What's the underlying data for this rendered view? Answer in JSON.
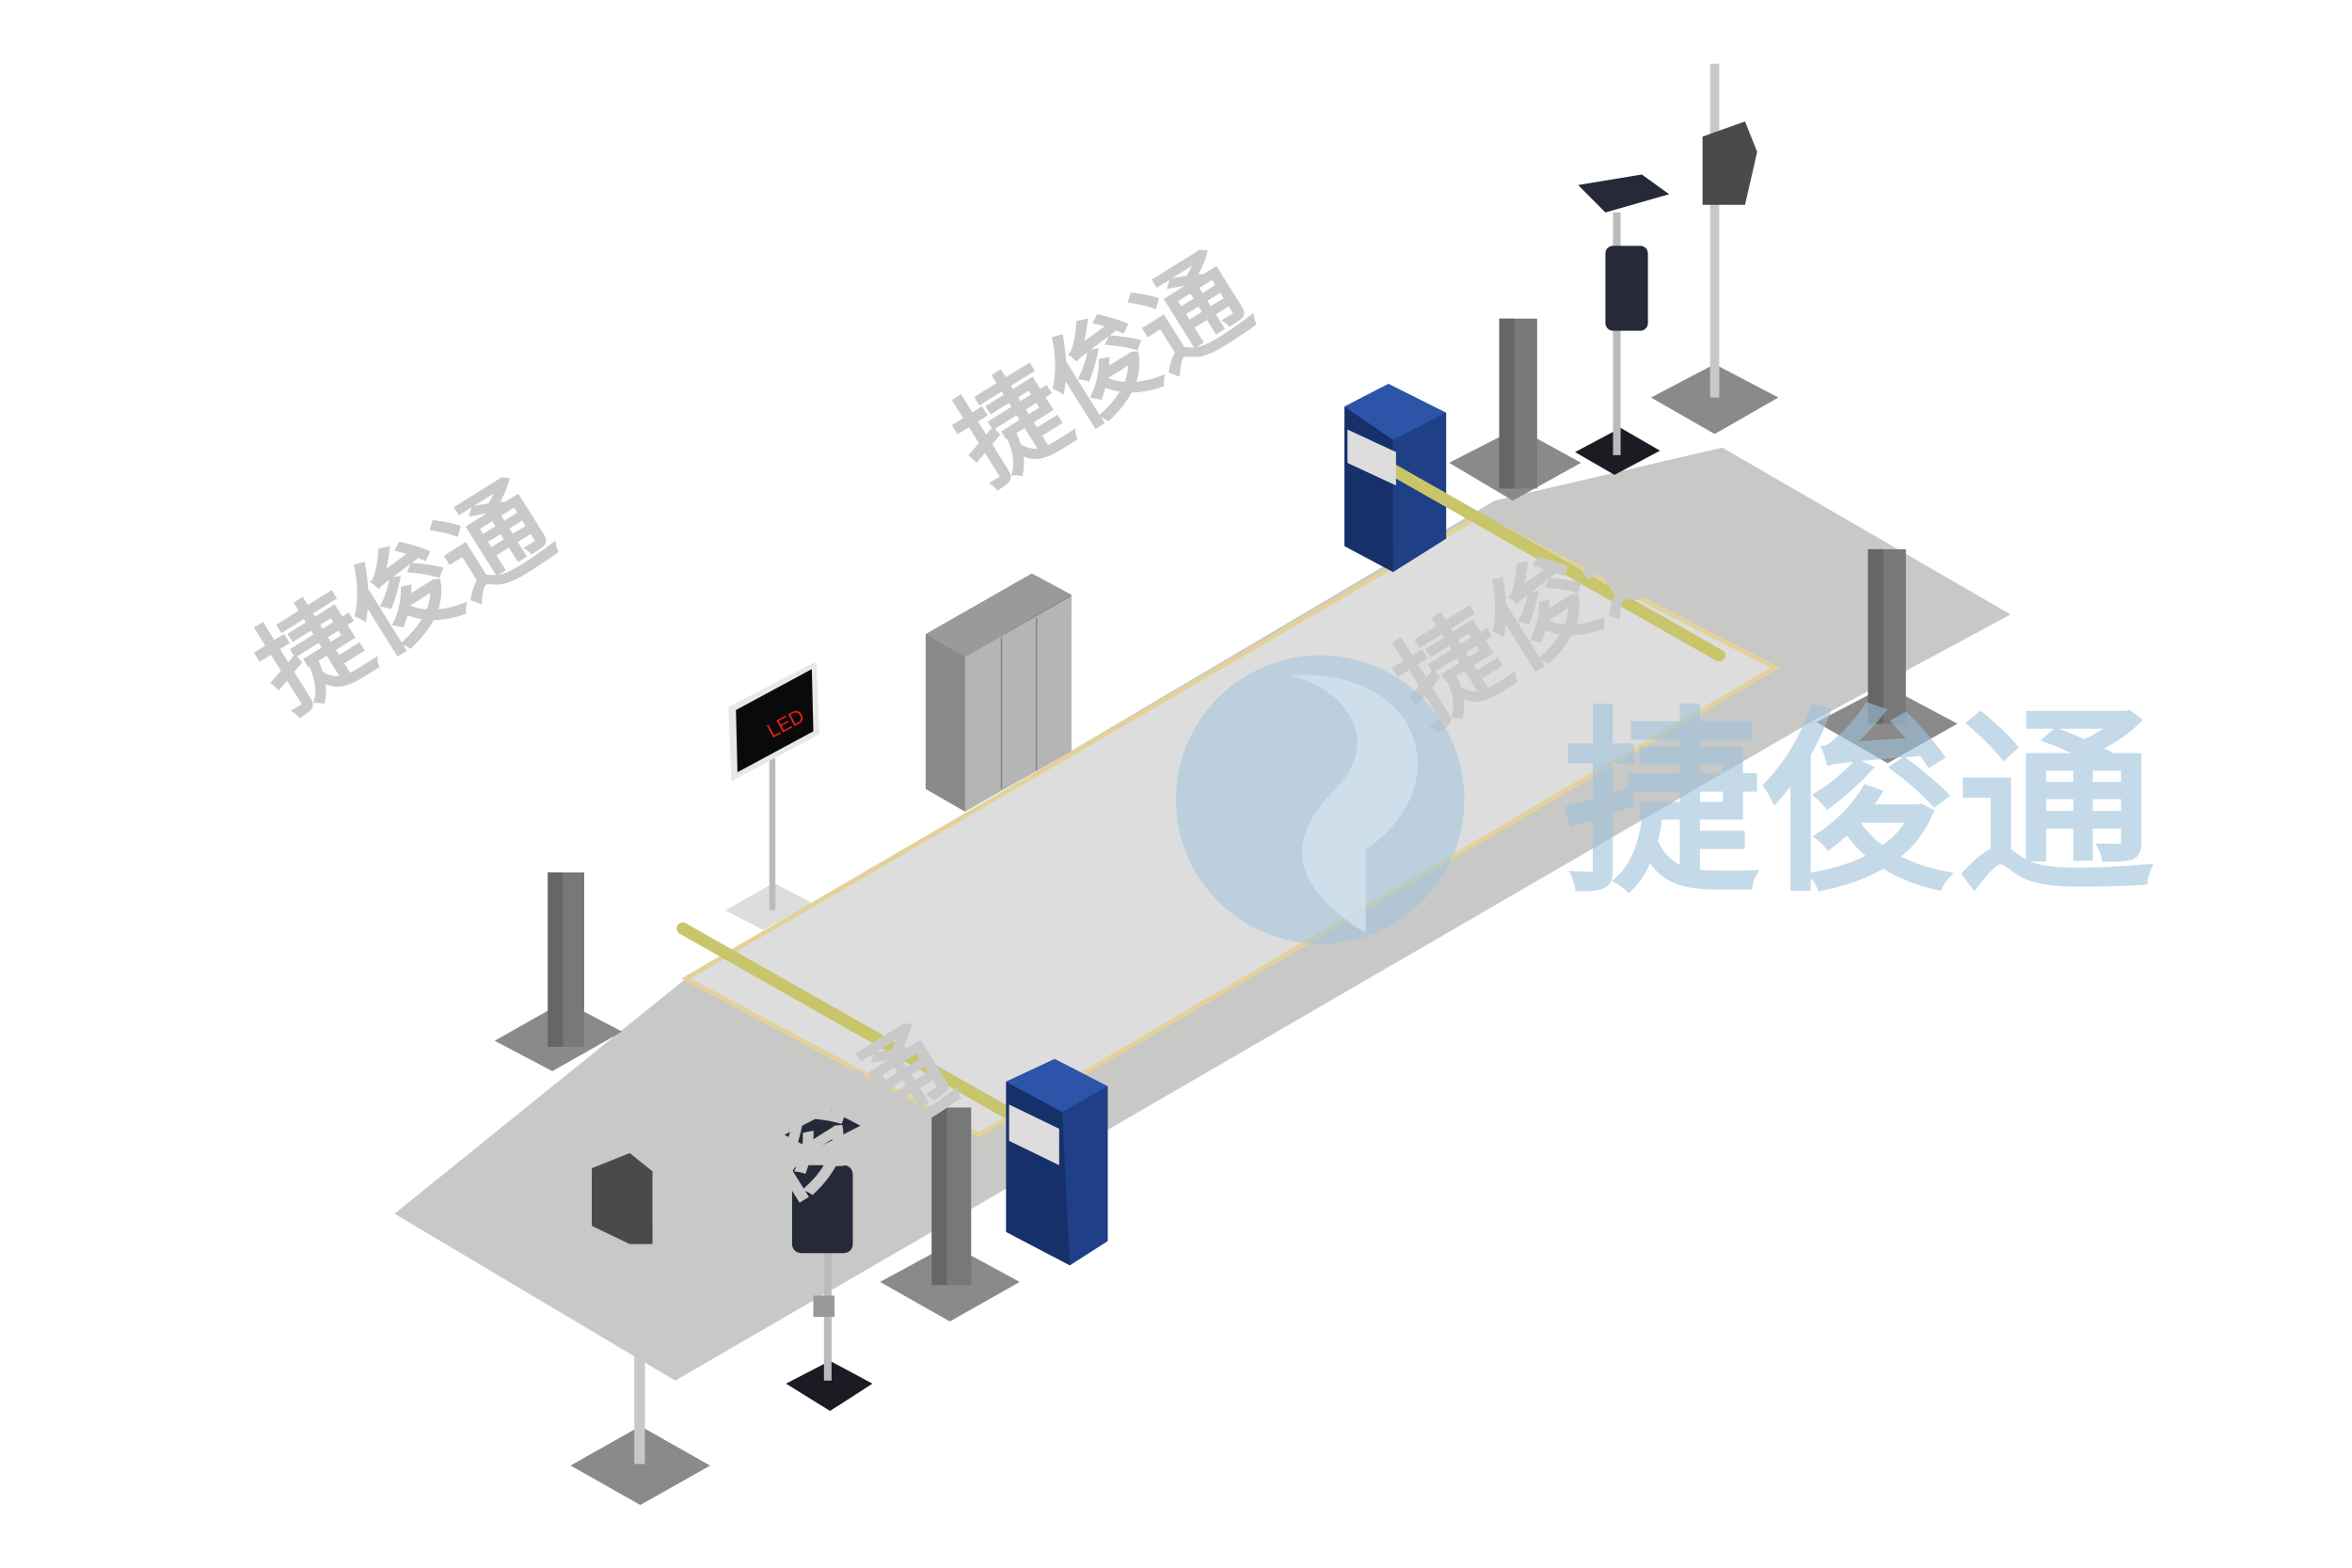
{
  "scene": {
    "title": "Weighbridge system layout",
    "led_display_label": "LED",
    "watermark_text": "捷俊通",
    "brand_text": "捷俊通"
  },
  "colors": {
    "ramp": "#c8c8c6",
    "platform": "#dcdcdc",
    "platform_border": "#e2d29a",
    "barrier_body": "#1f3f86",
    "boom": "#c9c56a",
    "post": "#7a7a7a",
    "brand": "#9ec3dc"
  }
}
